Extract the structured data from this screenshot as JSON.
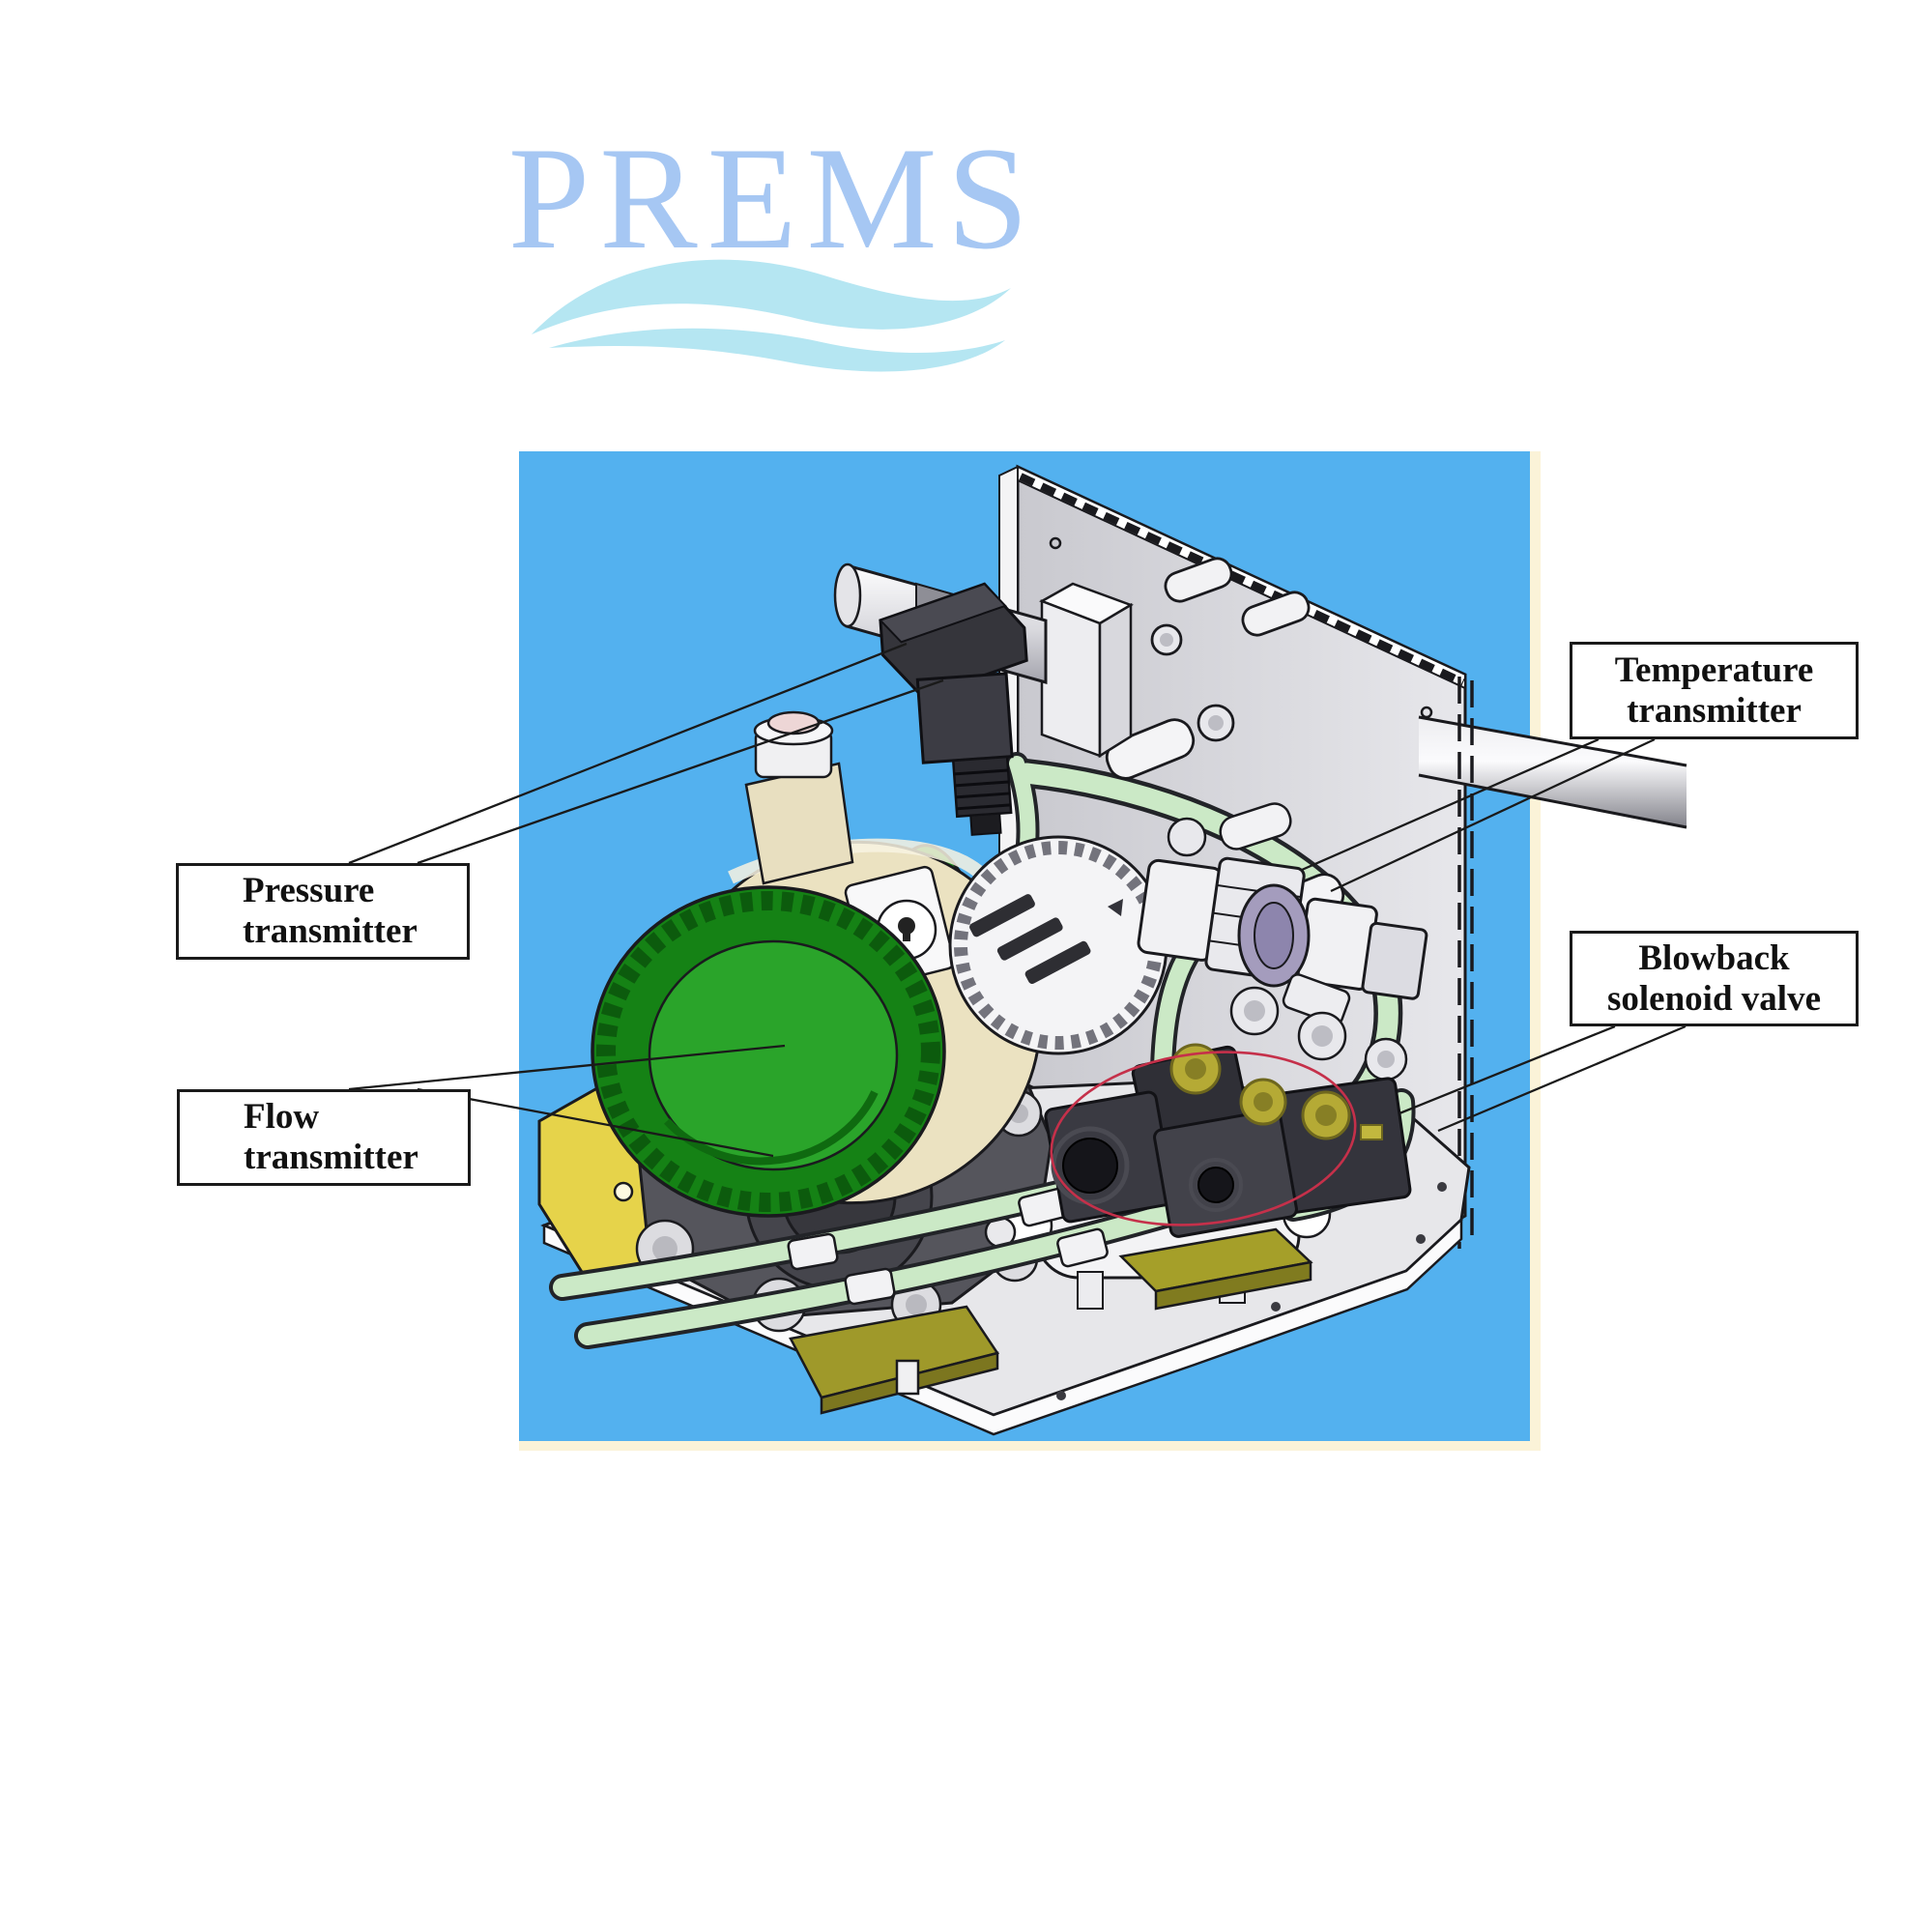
{
  "logo": {
    "text": "PREMS",
    "color": "#a6c7f3",
    "wave_color": "#b5e6f2"
  },
  "figure": {
    "background_color": "#53b1ef",
    "edge_strip_color": "#fbf3d8",
    "highlight_ellipse_color": "#c5304a",
    "labels": {
      "pressure": {
        "line1": "Pressure",
        "line2": "transmitter"
      },
      "flow": {
        "line1": "Flow",
        "line2": "transmitter"
      },
      "temperature": {
        "line1": "Temperature",
        "line2": "transmitter"
      },
      "blowback": {
        "line1": "Blowback",
        "line2": "solenoid valve"
      }
    }
  }
}
